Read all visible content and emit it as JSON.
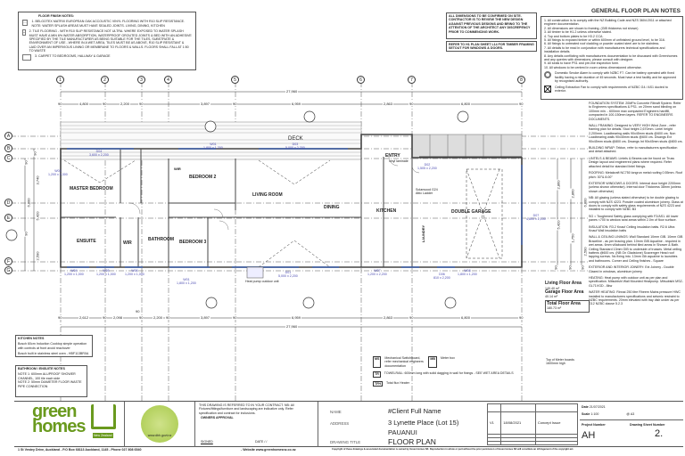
{
  "floor_finish_notes": {
    "title": "FLOOR FINISH NOTES:",
    "items": [
      "1. BELGOTEX MATRIX EUROPEAN OAK ACCOUSTIC VINYL FLOORING WITH R10 SLIP RESISTANCE. NOTE: WATER SPLASH AREAS MUST HAVE SEALED JOINTS. LIVING, DINING, KITCHEN",
      "2. TILE FLOORING - WITH R10 SLIP RESISTANCE NOT ULTRA. WHERE EXPOSED TO WATER SPLASH MUST HAVE A MIN 6% WATER ABSORPTION, WATERPROOF GROUTED JOINTS & BED WITH AN ADHESIVE SPECIFIED BY THE TILE MANUFACTURER AS BEING SUITABLE FOR THE TILES, SUBSTRATE & ENVIRONMENT OF USE - WHERE IN A WET AREA, TILES MUST BE AS ABOVE, R10 SLIP RESISTANT & LAID OVER AN IMPERVIOUS LINING OR MEMBRANE TO FLOORS & WALLS. FLOORS SHALL FALL AT 1:50 TO WASTE",
      "3. CARPET TO BEDROOMS, HALLWAY & GARAGE"
    ]
  },
  "dimension_notes": [
    "ALL DIMENSIONS TO BE CONFIRMED ON SITE. CONTRACTOR IS TO REVIEW THE NEW DESIGN AGAINST PREVIOUS DESIGNS AND BRING TO THE ATTENTION OF THE ARCHITECT ANY DISCREPENCY PRIOR TO COMMENCING WORK.",
    "REFER TO H1 PLAN SHEET L14 FOR TIMBER FRAMING SETOUT FOR WINDOWS & DOORS."
  ],
  "general_notes": {
    "title": "GENERAL FLOOR PLAN NOTES",
    "items": [
      "1. All construction is to comply with the NZ Building Code and NZS 3604:2011 or attached engineer documentation.",
      "2. All dimensions are shown to framing. (GIB thickness not shown)",
      "3. All timber to be H1.2 unless otherwise stated.",
      "4. Top and bottom plates to be H3.2 CCA.",
      "5. All fixings to exposed timber or within 600mm of unfinished ground level, to be 316.",
      "6. All fixings to untreated roof cladding or powder coated steel are to be stainless.",
      "7. All details to be read in conjunction with manufacturers technical specifications and installation details.",
      "8. Any details conflicting with manufacturers documentation to be discussed with Greenhomes and any queries with dimensions, please consult with designer.",
      "9. All seals to have PS1 and pre-line inspection form.",
      "10. All windows to be centred in room unless dimensioned otherwise."
    ],
    "smoke": "Domestic Smoke Alarm to comply with NZBC F7. Can be battery operated with fixed facility having a min duration of 45 seconds. Must have a test facility and be approved by recognised authority.",
    "fan": "Ceiling Extraction Fan to comply with requirements of NZBC G4 / AS1 ducted to exterior.",
    "specs": [
      "FOUNDATION SYSTEM: 20MPa Concrete Ribraft System. Refer to Engineers specifications & PS1. on 20mm sand blinding on 100mm min. - 600mm max compacted Engineers hardfill, compacted in 100-150mm layers. REFER TO ENGINEERS DOCUMENTS.",
      "WALL FRAMING: Designed to VERY HIGH Wind Zone - refer framing plan for details. Stud height 2,670mm. Lintel height 2,200mm. Loadbearing walls 90x45mm studs @600 crs. Non Loadbearing walls 90x45mm studs @600 crs. Dwangs Ext 90x45mm studs @800 crs. Dwangs Int 90x45mm studs @800 crs.",
      "BUILDING WRAP: Tekton, refer to manufacturers specification and detail attached.",
      "LINTELS & BEAMS: Lintels & Beams can be found on Truss Design layout and engineered plans where required. Refer attached detail for standard lintel fixings.",
      "ROOFING: Metalcraft NC750 longrun metal roofing 0.55mm. Roof pitch: 30°& 8.00°",
      "EXTERIOR WINDOWS & DOORS: Internal door height 2200mm (unless shown otherwise). Internal door Thickness 38mm (unless shown otherwise)",
      "NB: All glazing (unless stated otherwise) to be double glazing to comply with NZS 4223. Powder coated aluminium joinery. Glass at doors to comply with safety glass requirements of NZS 4223 and installed to comply with NZBC B3",
      "SG = Toughened Safety glass complying with F2/AS1. All lower panes <700 to window seat areas within 2.0m of floor surface.",
      "INSULATION: R3.2 Knauf Ceiling insulation batts. R2.6 Ultra Knauf Wall insulation batts",
      "WALL & CEILING LININGS: Wall Standard 10mm GIB. 10mm GIB Braceline - as per bracing plan. 10mm GIB Aqualine - required in wet areas. 6mm villaboard behind tiled areas in Shower & Bath. Ceiling Standard 13mm GIB to underside of trusses. Metal ceiling battens @600 crs. (NB On Gladstone) Scavenger Head roof tapping screws. No fixing into. 13mm Gib aqualine to laundries and bathrooms. Corner and Ceiling finishes - Square",
      "EXTERIOR AND INTERIOR JOINERY: Ext Joinery - Double Glazed in windows, aluminium joinery",
      "HEATING: Heat pump with outdoor unit as per plan and specification. Mitsubishi Wall Mounted Heatpump. Mitsubishi MSZ-GL71VGD - 8kw",
      "WATER HEATING: Rinnai 250 litre Rheem Mains pressure HWC installed to manufacturers specifications and seismic restraint to NZBC requirements. 20mm elevated with tray dish under as per G12 NZBC clause 5.2.3"
    ]
  },
  "plan": {
    "grid_columns": [
      "1",
      "2",
      "3",
      "4",
      "5",
      "6",
      "7",
      "8"
    ],
    "grid_rows": [
      "A",
      "B",
      "C",
      "D",
      "E",
      "F",
      "G"
    ],
    "top_dims": [
      "90",
      "4,800",
      "90",
      "2,200",
      "90",
      "3,897",
      "90",
      "6,959",
      "2,863",
      "90",
      "6,800",
      "90"
    ],
    "overall_dim": "27,960",
    "bottom_dims": [
      "90",
      "2,612",
      "90",
      "2,098",
      "90",
      "90",
      "2,200",
      "90",
      "3,897",
      "90",
      "6,959",
      "2,863",
      "90",
      "6,800",
      "90"
    ],
    "left_dims": [
      "90",
      "90",
      "3,740",
      "6,800",
      "5,420",
      "90",
      "2,590"
    ],
    "right_dims": [
      "2,860",
      "2,860",
      "6,800",
      "5,420",
      "1,750",
      "2,590",
      "90",
      "90",
      "90"
    ],
    "rooms": {
      "master": "MASTER BEDROOM",
      "bed2": "BEDROOM 2",
      "bed3": "BEDROOM 3",
      "living": "LIVING ROOM",
      "dining": "DINING",
      "kitchen": "KITCHEN",
      "entry": "ENTRY",
      "garage": "DOUBLE GARAGE",
      "ensuite": "ENSUITE",
      "bathroom": "BATHROOM",
      "wir": "WIR",
      "wir2": "WIR",
      "laundry": "LAUNDRY",
      "deck": "DECK"
    },
    "windows": [
      {
        "id": "D04",
        "size": "3,600 x 2,200"
      },
      {
        "id": "W01",
        "size": "1,800 x 1,200"
      },
      {
        "id": "D03",
        "size": "5,000 x 2,200"
      },
      {
        "id": "D02",
        "size": "1,505 x 2,200"
      },
      {
        "id": "W03",
        "size": "1,200 x 2,300"
      },
      {
        "id": "W04",
        "size": "1,200 x 1,000"
      },
      {
        "id": "W05",
        "size": "1,200 x 1,000"
      },
      {
        "id": "W06",
        "size": "1,200 x 1,000"
      },
      {
        "id": "W01",
        "size": "1,800 x 1,200"
      },
      {
        "id": "D01",
        "size": "5,000 x 2,200"
      },
      {
        "id": "W07",
        "size": "1,200 x 2,200"
      },
      {
        "id": "D06",
        "size": "810 x 2,200"
      },
      {
        "id": "W08",
        "size": "1,800 x 1,200"
      },
      {
        "id": "D07",
        "size": "4,800 x 2,100"
      }
    ],
    "annotations": {
      "heatpump": "Heat pump outdoor unit",
      "cylinder": "Solarwood G24 Attic Ladder",
      "floor_finish": "vinyl laminate",
      "section_a": "A",
      "section_b": "B",
      "section_c": "C",
      "section_d": "D",
      "sheet": "5"
    }
  },
  "kitchen_notes": {
    "title": "KITCHEN NOTES",
    "items": [
      "Bosch 60cm Induction Cooktop simple operation with controls at front avoid reachover",
      "Bosch built in stainless steel oven - HBF113BR0A"
    ]
  },
  "bathroom_notes": {
    "title": "BATHROOM / ENSUITE NOTES",
    "items": [
      "NOTE 1: 600mm ALUPROOF SHOWER CHANNEL, 100 tile each side",
      "NOTE 2: 50mm DIAMETER FLOOR WASTE PIPE CONNECTION"
    ]
  },
  "legend": [
    {
      "code": "MS",
      "text": "Mechanical Switchboard, refer mechanical engineers documentation"
    },
    {
      "code": "MB",
      "text": "Meter box"
    },
    {
      "code": "TR",
      "text": "TOWELRAIL: 600mm long with solid dagging in wall for fixings - SEE WET AREA DETAILS"
    },
    {
      "code": "TFH",
      "text": "Total flux Heater"
    },
    {
      "code": "",
      "text": "Top of Meter boards 1600mm high"
    }
  ],
  "areas": {
    "living_label": "Living Floor Area",
    "living_value": "140.40 m²",
    "garage_label": "Garage Floor Area",
    "garage_value": "40.14 m²",
    "total_label": "Total Floor Area",
    "total_value": "180.73 m²"
  },
  "title_block": {
    "brand_top": "green",
    "brand_bottom": "homes",
    "brand_badge": "New Zealand",
    "seal_text": "www.dbh.govt.nz",
    "disclaimer": "THIS DRAWING IS REFERRED TO IN YOUR CONTRACT. NB: All Fixtures/fittings/furniture and landscaping are indicative only. Refer specification and contract for inclusions.",
    "owner_approval": "OWNERS APPROVAL",
    "signed": "SIGNED",
    "date_label": "DATE",
    "date_value": "/ /",
    "name_label": "NAME",
    "name_value": "#Client Full Name",
    "address_label": "ADDRESS",
    "address_value": "3 Lynette Place (Lot 15)",
    "address_line2": "PAUANUI",
    "drawing_title_label": "DRAWING TITLE",
    "drawing_title_value": "FLOOR PLAN",
    "revisions": [
      {
        "rev": "V1",
        "date": "18/08/2021",
        "desc": "Concept Issue"
      }
    ],
    "date_label2": "Date",
    "date_value2": "21/07/2021",
    "scale_label": "Scale",
    "scale_value": "1:100",
    "paper": "@ A3",
    "project_number_label": "Project Number",
    "project_number": "AH",
    "sheet_label": "Drawing Sheet Number",
    "sheet_number": "2."
  },
  "footer": {
    "address": "1 St Vestey Drive, Auckland  -  P.O Box 68113 Auckland, 1145  -  Phone 027 808 6540",
    "website": "-  Website www.greenhomesnz.co.nz",
    "copyright": "Copyright of these drawings & associated documentation is owned by Green Homes NZ. Reproduction in whole or part without the prior permission of Green Homes NZ will constitute an infringement of the copyright act."
  }
}
